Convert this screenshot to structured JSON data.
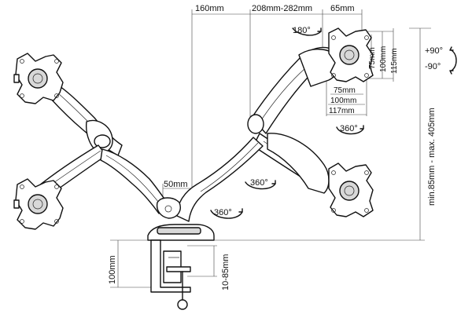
{
  "dimensions": {
    "arm_reach": "160mm",
    "plate_offset": "208mm-282mm",
    "plate_depth": "65mm",
    "vesa_h_75": "75mm",
    "vesa_h_100": "100mm",
    "vesa_h_115": "115mm",
    "vesa_w_75": "75mm",
    "vesa_w_100": "100mm",
    "vesa_w_117": "117mm",
    "pole_gap": "50mm",
    "height_range": "min.85mm - max. 405mm",
    "clamp_height": "100mm",
    "clamp_range": "10-85mm"
  },
  "rotations": {
    "rotate_180": "180°",
    "rotate_360_plate": "360°",
    "rotate_360_arm": "360°",
    "rotate_360_base": "360°",
    "tilt_up": "+90°",
    "tilt_down": "-90°"
  }
}
